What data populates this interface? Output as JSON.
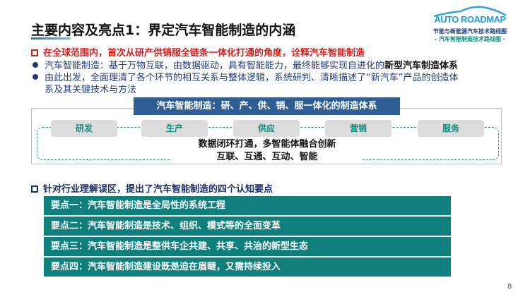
{
  "title": "主要内容及亮点1：界定汽车智能制造的内涵",
  "logo": {
    "main": "AUTO ROADMAP",
    "sub1": "节能与新能源汽车技术路线图",
    "sub2": "- 汽车智能制造技术路线图 -"
  },
  "section1": {
    "heading": "在全球范围内，首次从研产供销服全链条一体化打通的角度，诠释汽车智能制造",
    "bullet1_pre": "汽车智能制造：基于万物互联，由数据驱动，具有智能能力，最终能够实现自进化的",
    "bullet1_bold": "新型汽车制造体系",
    "bullet2_line1": "由此出发，全面理清了各个环节的相互关系与整体逻辑，系统研判、清晰描述了“新汽车”产品的创造体",
    "bullet2_line2": "系及其关键技术与方法"
  },
  "diagram": {
    "header": "汽车智能制造：研、产、供、销、服一体化的制造体系",
    "stages": [
      "研发",
      "生产",
      "供应",
      "营销",
      "服务"
    ],
    "center_line1": "数据闭环打通，多智能体融合创新",
    "center_line2": "互联、互通、互动、智能"
  },
  "section2": {
    "heading": "针对行业理解误区，提出了汽车智能制造的四个认知要点",
    "points": [
      "要点一：汽车智能制造是全局性的系统工程",
      "要点二：汽车智能制造是技术、组织、模式等的全面变革",
      "要点三：汽车智能制造是整供车企共建、共享、共治的新型生态",
      "要点四：汽车智能制造建设既是迫在眉睫，又需持续投入"
    ]
  },
  "page_number": "8"
}
